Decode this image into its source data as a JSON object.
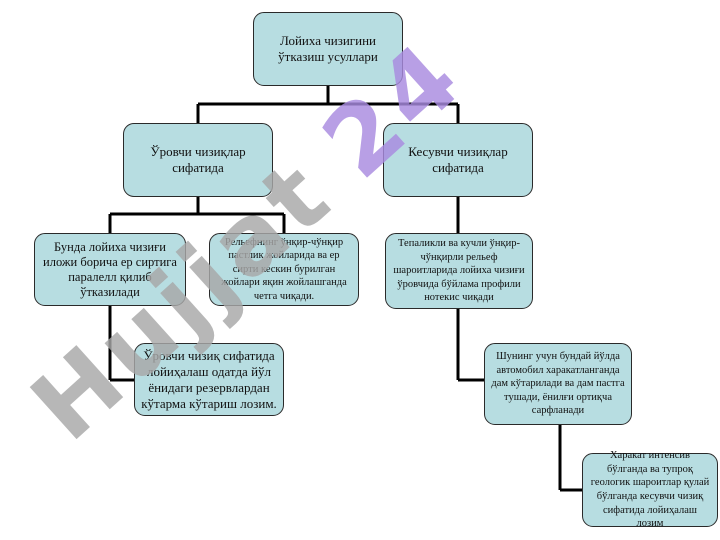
{
  "nodes": {
    "root": "Лойиха чизигини ўтказиш усуллари",
    "along_slope": "Ўровчи чизиқлар сифатида",
    "across_slope": "Кесувчи чизиқлар сифатида",
    "parallel_route": "Бунда лойиха чизиғи иложи борича ер сиртига паралелл қилиб ўтказилади",
    "relief_route": "Рельефнинг ўнқир-чўнқир пастлик жойларида ва ер сирти кескин бурилган жойлари яқин жойлашганда четга чиқади.",
    "reserve_rise": "Ўровчи чизиқ сифатида лойиҳалаш одатда йўл ёнидаги резервлардан кўтарма кўтариш лозим.",
    "hilly_relief": "Тепаликли ва кучли ўнқир-чўнқирли рельеф шароитларида лойиха чизиғи ўровчида бўйлама профили нотекис чиқади",
    "fuel_cost": "Шунинг учун бундай йўлда автомобил харакатланганда дам кўтарилади ва дам пастга тушади, ёнилғи ортиқча сарфланади",
    "intense_traffic": "Харакат интенсив бўлганда ва тупроқ геологик шароитлар қулай бўлганда кесувчи чизиқ сифатида лойиҳалаш лозим"
  },
  "watermark": "Hujjat24",
  "colors": {
    "box_fill": "#b7dde1",
    "connector": "#000000",
    "watermark_gray": "#a8a8a8",
    "watermark_violet": "#a98be0"
  }
}
